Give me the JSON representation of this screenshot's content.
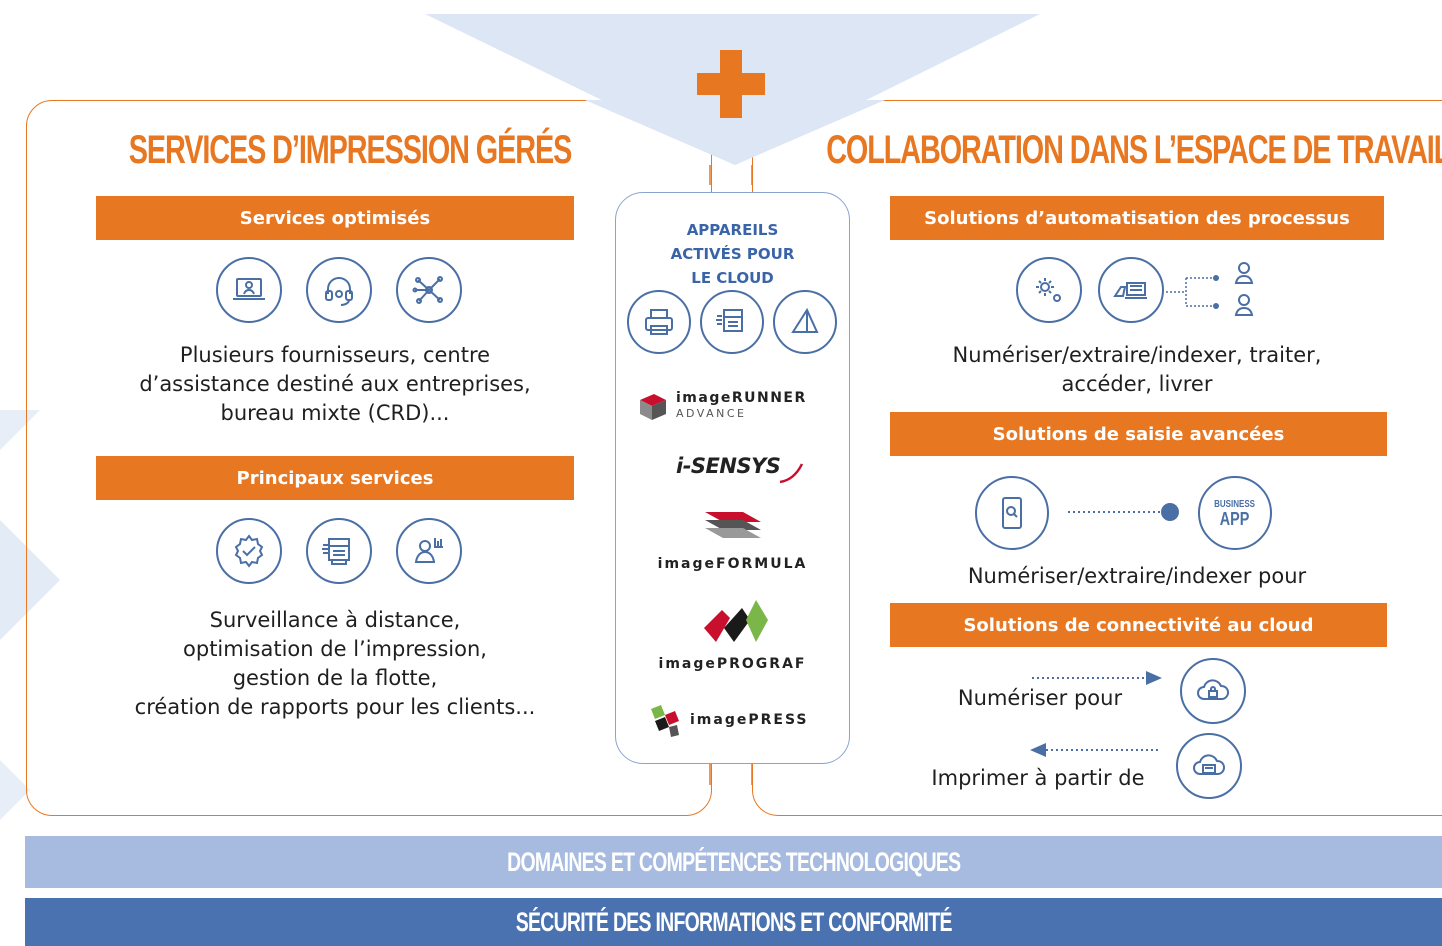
{
  "left": {
    "title": "SERVICES D’IMPRESSION GÉRÉS",
    "bar1": "Services optimisés",
    "desc1": [
      "Plusieurs fournisseurs, centre",
      "d’assistance destiné aux entreprises,",
      "bureau mixte (CRD)..."
    ],
    "bar2": "Principaux services",
    "desc2": [
      "Surveillance à distance,",
      "optimisation de l’impression,",
      "gestion de la flotte,",
      "création de rapports pour les clients..."
    ]
  },
  "center": {
    "heading": [
      "APPAREILS",
      "ACTIVÉS POUR",
      "LE CLOUD"
    ],
    "brands": {
      "imagerunner": "imageRUNNER",
      "advance": "ADVANCE",
      "isensys": "i-SENSYS",
      "imageformula": "imageFORMULA",
      "imageprograf": "imagePROGRAF",
      "imagepress": "imagePRESS"
    }
  },
  "right": {
    "title": "COLLABORATION DANS L’ESPACE DE TRAVAIL",
    "bar1": "Solutions d’automatisation des processus",
    "desc1": [
      "Numériser/extraire/indexer, traiter,",
      "accéder, livrer"
    ],
    "bar2": "Solutions de saisie avancées",
    "desc2": "Numériser/extraire/indexer pour",
    "business_app": [
      "BUSINESS",
      "APP"
    ],
    "bar3": "Solutions de connectivité au cloud",
    "scan_to": "Numériser pour",
    "print_from": "Imprimer à partir de"
  },
  "bottom": {
    "band1": "DOMAINES ET COMPÉTENCES TECHNOLOGIQUES",
    "band2": "SÉCURITÉ DES INFORMATIONS ET CONFORMITÉ"
  },
  "colors": {
    "orange": "#e87722",
    "icon_blue": "#4a6fa5",
    "band_light": "#a6bbdf",
    "band_dark": "#4a72b0",
    "chevron": "#dce6f5"
  },
  "icons": {
    "left_row1": [
      "laptop-user-icon",
      "headset-icon",
      "network-icon"
    ],
    "left_row2": [
      "gear-check-icon",
      "multifunction-printer-icon",
      "user-chart-icon"
    ],
    "center": [
      "printer-icon",
      "multifunction-printer-icon",
      "large-format-printer-icon"
    ],
    "right_automation": [
      "gears-icon",
      "scanner-laptop-icon",
      "users-icon"
    ],
    "right_capture": [
      "mobile-scan-icon",
      "business-app-icon"
    ],
    "right_cloud": [
      "cloud-lock-icon",
      "cloud-printer-icon"
    ]
  }
}
